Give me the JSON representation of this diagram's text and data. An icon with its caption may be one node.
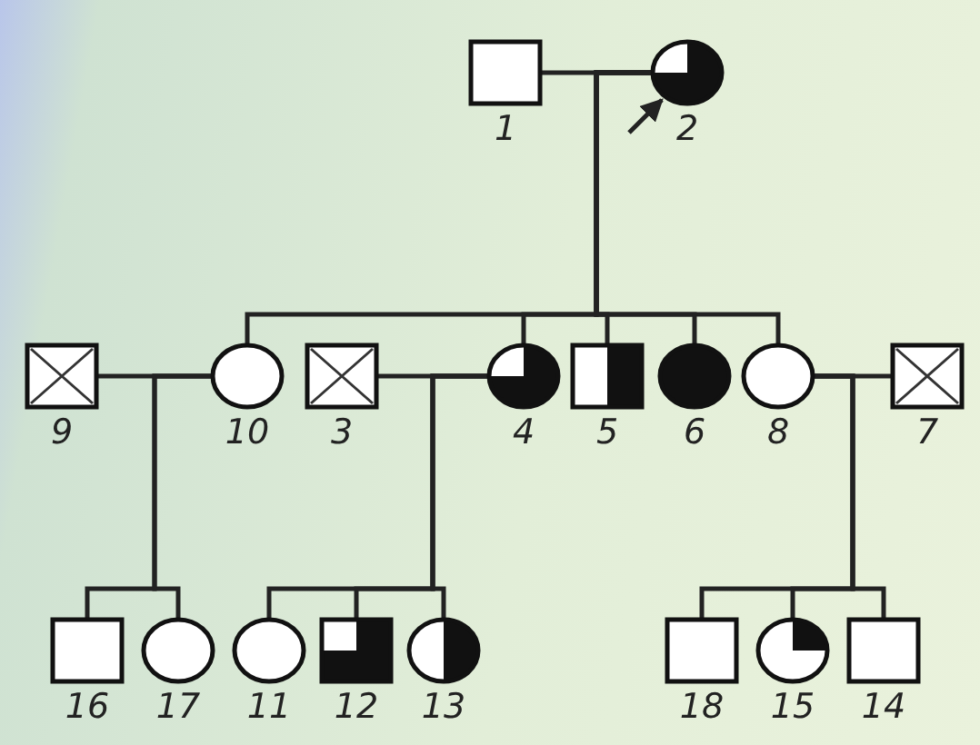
{
  "diagram": {
    "nodes": [
      {
        "text": [],
        "shape": "box",
        "beside": [
          "1"
        ]
      },
      {
        "text": [],
        "shape": "circle",
        "beside": [
          "2"
        ]
      },
      {
        "text": [],
        "shape": "box",
        "beside": [
          "9"
        ]
      },
      {
        "text": [],
        "shape": "circle",
        "beside": [
          "10"
        ]
      },
      {
        "text": [],
        "shape": "box",
        "beside": [
          "3"
        ]
      },
      {
        "text": [],
        "shape": "circle",
        "beside": [
          "4"
        ]
      },
      {
        "text": [],
        "shape": "box",
        "beside": [
          "5"
        ]
      },
      {
        "text": [],
        "shape": "circle",
        "beside": [
          "6"
        ]
      },
      {
        "text": [],
        "shape": "circle",
        "beside": [
          "8"
        ]
      },
      {
        "text": [],
        "shape": "box",
        "beside": [
          "7"
        ]
      },
      {
        "text": [],
        "shape": "box",
        "beside": [
          "16"
        ]
      },
      {
        "text": [],
        "shape": "circle",
        "beside": [
          "17"
        ]
      },
      {
        "text": [],
        "shape": "circle",
        "beside": [
          "11"
        ]
      },
      {
        "text": [],
        "shape": "box",
        "beside": [
          "12"
        ]
      },
      {
        "text": [],
        "shape": "circle",
        "beside": [
          "13"
        ]
      },
      {
        "text": [],
        "shape": "box",
        "beside": [
          "18"
        ]
      },
      {
        "text": [],
        "shape": "circle",
        "beside": [
          "15"
        ]
      },
      {
        "text": [],
        "shape": "box",
        "beside": [
          "14"
        ]
      }
    ],
    "edges": [
      {
        "from": 0,
        "to": 1,
        "arrow": "none"
      },
      {
        "from": null,
        "to": 1,
        "arrow": "to"
      },
      {
        "from": 1,
        "to": 3,
        "arrow": "none"
      },
      {
        "from": 1,
        "to": 5,
        "arrow": "none"
      },
      {
        "from": 1,
        "to": 6,
        "arrow": "none"
      },
      {
        "from": 1,
        "to": 7,
        "arrow": "none"
      },
      {
        "from": 1,
        "to": 8,
        "arrow": "none"
      },
      {
        "from": 2,
        "to": 3,
        "arrow": "none"
      },
      {
        "from": 4,
        "to": 5,
        "arrow": "none"
      },
      {
        "from": 8,
        "to": 9,
        "arrow": "none"
      },
      {
        "from": 3,
        "to": 10,
        "arrow": "none"
      },
      {
        "from": 3,
        "to": 11,
        "arrow": "none"
      },
      {
        "from": 5,
        "to": 12,
        "arrow": "none"
      },
      {
        "from": 5,
        "to": 13,
        "arrow": "none"
      },
      {
        "from": 5,
        "to": 14,
        "arrow": "none"
      },
      {
        "from": 8,
        "to": 15,
        "arrow": "none"
      },
      {
        "from": 8,
        "to": 16,
        "arrow": "none"
      },
      {
        "from": 8,
        "to": 17,
        "arrow": "none"
      }
    ]
  }
}
